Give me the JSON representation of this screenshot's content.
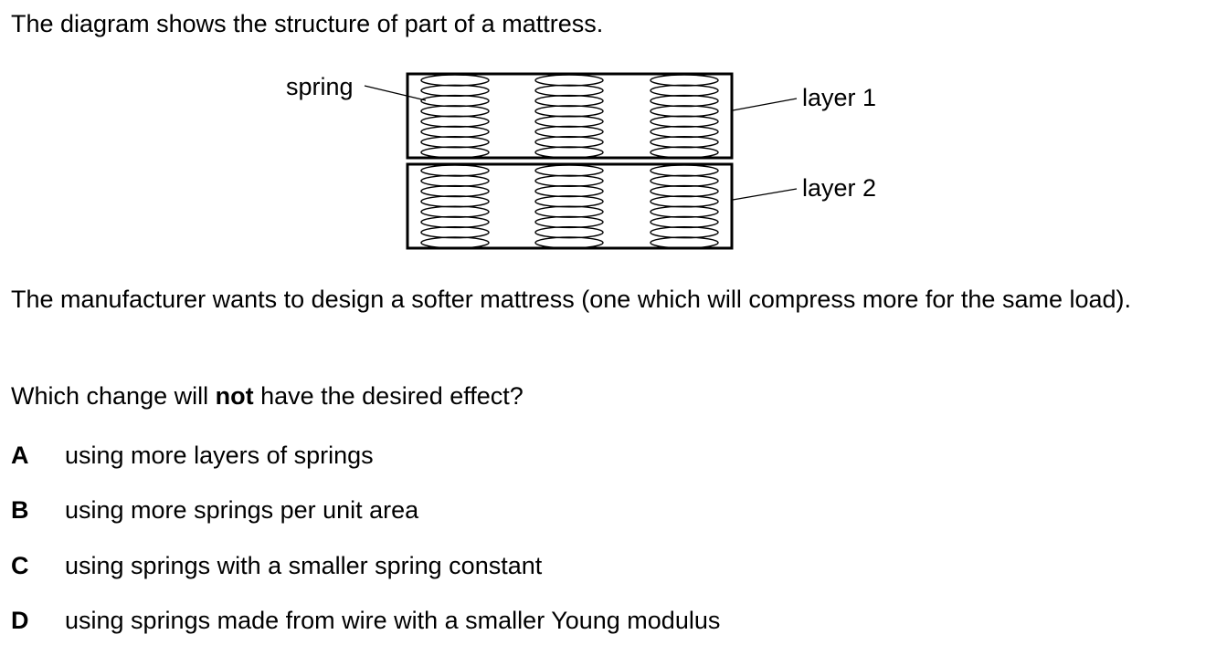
{
  "question": {
    "intro": "The diagram shows the structure of part of a mattress.",
    "diagram": {
      "label_spring": "spring",
      "label_layer1": "layer 1",
      "label_layer2": "layer 2"
    },
    "paragraph": "The manufacturer wants to design a softer mattress (one which will compress more for the same load).",
    "prompt_before": "Which change will ",
    "prompt_bold": "not",
    "prompt_after": " have the desired effect?",
    "options": [
      {
        "letter": "A",
        "text": "using more layers of springs"
      },
      {
        "letter": "B",
        "text": "using more springs per unit area"
      },
      {
        "letter": "C",
        "text": "using springs with a smaller spring constant"
      },
      {
        "letter": "D",
        "text": "using springs made from wire with a smaller Young modulus"
      }
    ]
  }
}
